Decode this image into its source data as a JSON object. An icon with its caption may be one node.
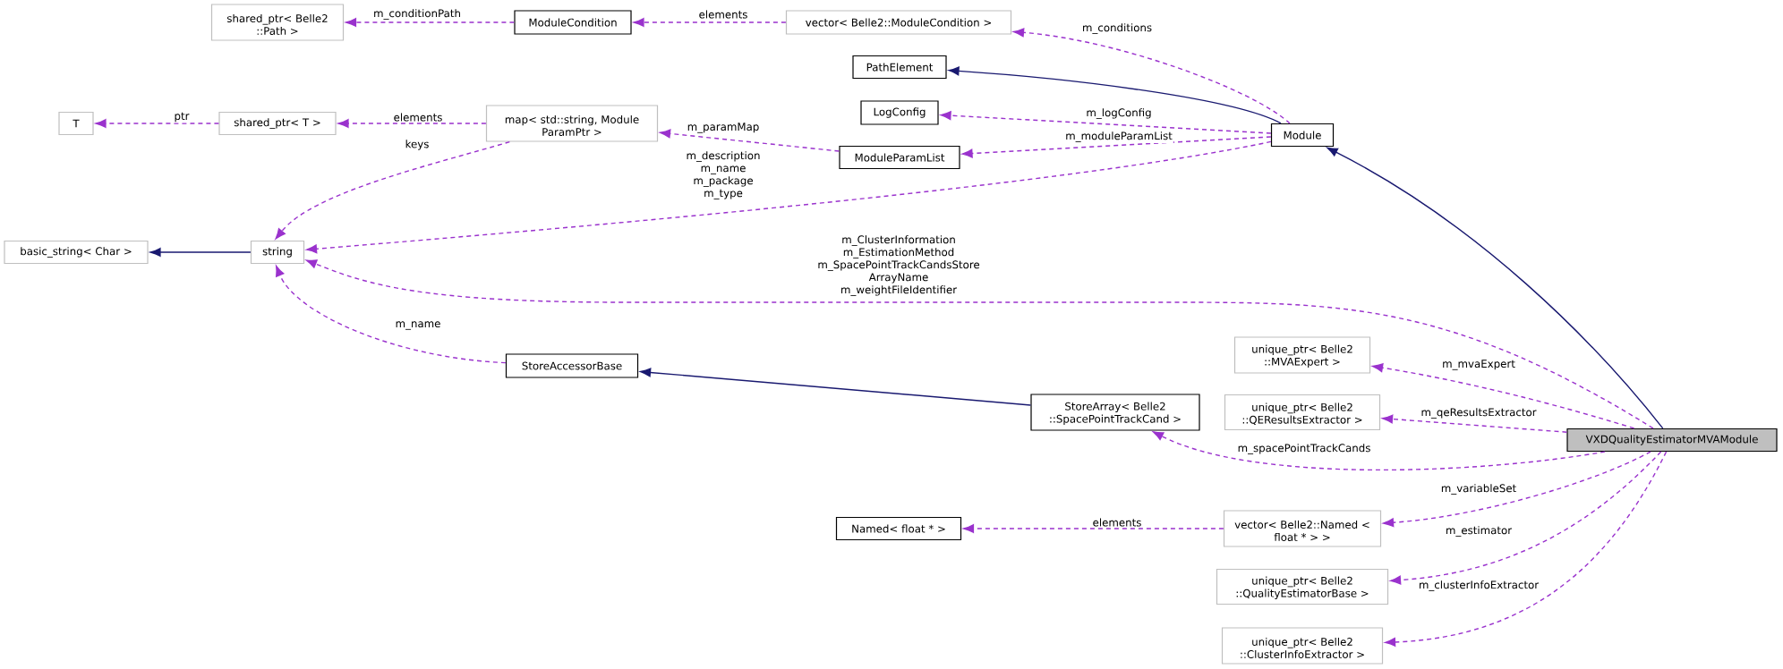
{
  "diagram": {
    "nodes": [
      {
        "text": [
          "shared_ptr< Belle2 ::Path >"
        ]
      },
      {
        "text": [
          "ModuleCondition"
        ]
      },
      {
        "text": [
          "vector< Belle2::ModuleCondition >"
        ]
      },
      {
        "text": [
          "T"
        ]
      },
      {
        "text": [
          "shared_ptr< T >"
        ]
      },
      {
        "text": [
          "map< std::string, Module ParamPtr >"
        ]
      },
      {
        "text": [
          "PathElement"
        ]
      },
      {
        "text": [
          "LogConfig"
        ]
      },
      {
        "text": [
          "ModuleParamList"
        ]
      },
      {
        "text": [
          "Module"
        ]
      },
      {
        "text": [
          "basic_string< Char >"
        ]
      },
      {
        "text": [
          "string"
        ]
      },
      {
        "text": [
          "StoreAccessorBase"
        ]
      },
      {
        "text": [
          "StoreArray< Belle2 ::SpacePointTrackCand >"
        ]
      },
      {
        "text": [
          "unique_ptr< Belle2 ::MVAExpert >"
        ]
      },
      {
        "text": [
          "unique_ptr< Belle2 ::QEResultsExtractor >"
        ]
      },
      {
        "text": [
          "VXDQualityEstimatorMVAModule"
        ]
      },
      {
        "text": [
          "Named< float * >"
        ]
      },
      {
        "text": [
          "vector< Belle2::Named < float * > >"
        ]
      },
      {
        "text": [
          "unique_ptr< Belle2 ::QualityEstimatorBase >"
        ]
      },
      {
        "text": [
          "unique_ptr< Belle2 ::ClusterInfoExtractor >"
        ]
      }
    ],
    "edges": [
      {
        "from": 1,
        "to": 0,
        "arrow": "to",
        "label": "m_conditionPath",
        "style": "dashed"
      },
      {
        "from": 2,
        "to": 1,
        "arrow": "to",
        "label": "elements",
        "style": "dashed"
      },
      {
        "from": 9,
        "to": 2,
        "arrow": "to",
        "label": "m_conditions",
        "style": "dashed"
      },
      {
        "from": 9,
        "to": 6,
        "arrow": "to",
        "color": "#191970"
      },
      {
        "from": 4,
        "to": 3,
        "arrow": "to",
        "label": "ptr",
        "style": "dashed"
      },
      {
        "from": 5,
        "to": 4,
        "arrow": "to",
        "label": "elements",
        "style": "dashed"
      },
      {
        "from": 5,
        "to": 11,
        "arrow": "to",
        "label": "keys",
        "style": "dashed"
      },
      {
        "from": 8,
        "to": 5,
        "arrow": "to",
        "label": "m_paramMap",
        "style": "dashed"
      },
      {
        "from": 9,
        "to": 7,
        "arrow": "to",
        "label": "m_logConfig",
        "style": "dashed"
      },
      {
        "from": 9,
        "to": 8,
        "arrow": "to",
        "label": "m_moduleParamList",
        "style": "dashed"
      },
      {
        "from": 9,
        "to": 11,
        "arrow": "to",
        "label": "m_description m_name m_package m_type",
        "style": "dashed"
      },
      {
        "from": 11,
        "to": 10,
        "arrow": "to",
        "color": "#191970"
      },
      {
        "from": 16,
        "to": 11,
        "arrow": "to",
        "label": "m_ClusterInformation m_EstimationMethod m_SpacePointTrackCandsStore ArrayName m_weightFileIdentifier",
        "style": "dashed"
      },
      {
        "from": 12,
        "to": 11,
        "arrow": "to",
        "label": "m_name",
        "style": "dashed"
      },
      {
        "from": 13,
        "to": 12,
        "arrow": "to",
        "color": "#191970"
      },
      {
        "from": 16,
        "to": 9,
        "arrow": "to",
        "color": "#191970"
      },
      {
        "from": 16,
        "to": 14,
        "arrow": "to",
        "label": "m_mvaExpert",
        "style": "dashed"
      },
      {
        "from": 16,
        "to": 15,
        "arrow": "to",
        "label": "m_qeResultsExtractor",
        "style": "dashed"
      },
      {
        "from": 16,
        "to": 13,
        "arrow": "to",
        "label": "m_spacePointTrackCands",
        "style": "dashed"
      },
      {
        "from": 18,
        "to": 17,
        "arrow": "to",
        "label": "elements",
        "style": "dashed"
      },
      {
        "from": 16,
        "to": 18,
        "arrow": "to",
        "label": "m_variableSet",
        "style": "dashed"
      },
      {
        "from": 16,
        "to": 19,
        "arrow": "to",
        "label": "m_estimator",
        "style": "dashed"
      },
      {
        "from": 16,
        "to": 20,
        "arrow": "to",
        "label": "m_clusterInfoExtractor",
        "style": "dashed"
      }
    ]
  }
}
